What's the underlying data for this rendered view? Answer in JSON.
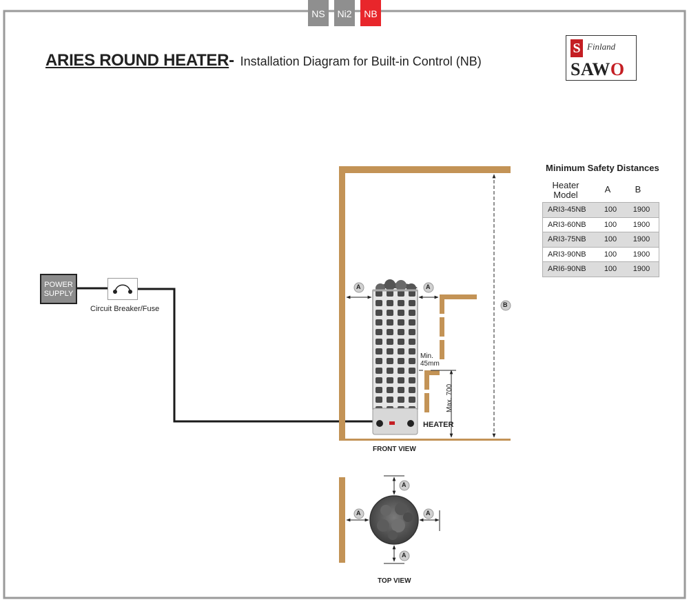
{
  "tabs": [
    {
      "label": "NS",
      "color": "#8f8f8f"
    },
    {
      "label": "Ni2",
      "color": "#8f8f8f"
    },
    {
      "label": "NB",
      "color": "#e8262b"
    }
  ],
  "title": {
    "heading": "ARIES ROUND HEATER",
    "dash": "-",
    "subtitle": "Installation Diagram for Built-in Control (NB)"
  },
  "logo": {
    "mark": "S",
    "country": "Finland",
    "brand_main": "SAW",
    "brand_o": "O",
    "accent": "#c41e23"
  },
  "safety_table": {
    "title": "Minimum Safety Distances",
    "col_model_line1": "Heater",
    "col_model_line2": "Model",
    "col_a": "A",
    "col_b": "B",
    "rows": [
      {
        "model": "ARI3-45NB",
        "a": "100",
        "b": "1900"
      },
      {
        "model": "ARI3-60NB",
        "a": "100",
        "b": "1900"
      },
      {
        "model": "ARI3-75NB",
        "a": "100",
        "b": "1900"
      },
      {
        "model": "ARI3-90NB",
        "a": "100",
        "b": "1900"
      },
      {
        "model": "ARI6-90NB",
        "a": "100",
        "b": "1900"
      }
    ]
  },
  "labels": {
    "power_supply_1": "POWER",
    "power_supply_2": "SUPPLY",
    "breaker": "Circuit Breaker/Fuse",
    "heater": "HEATER",
    "front_view": "FRONT VIEW",
    "top_view": "TOP VIEW",
    "min_1": "Min.",
    "min_2": "45mm",
    "max": "Max. 700",
    "dim_a": "A",
    "dim_b": "B"
  },
  "colors": {
    "wood": "#c39356",
    "wire": "#1a1a1a",
    "heater_steel": "#d8d8d8",
    "stone": "#4a4a4a"
  }
}
